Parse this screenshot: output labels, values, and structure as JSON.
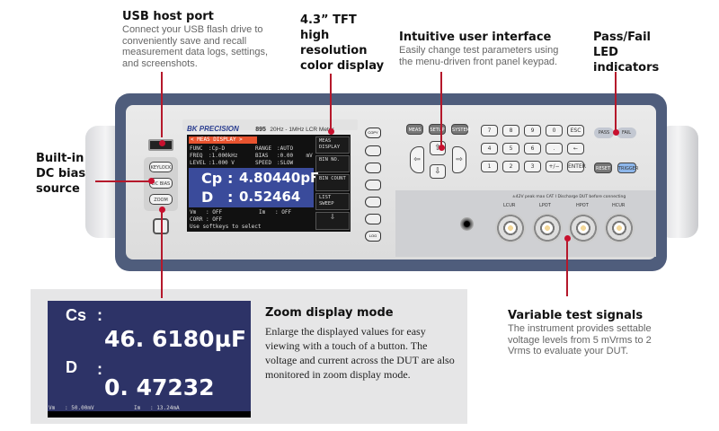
{
  "callouts": {
    "usb": {
      "title": "USB host port",
      "text": "Connect your USB flash drive to conveniently save and recall measurement data logs, settings, and screenshots."
    },
    "display": {
      "title": "4.3” TFT high resolution color display"
    },
    "ui": {
      "title": "Intuitive user interface",
      "text": "Easily change test parameters using the menu-driven front panel keypad."
    },
    "passfail": {
      "title": "Pass/Fail LED indicators"
    },
    "dcbias": {
      "title": "Built-in DC bias source"
    },
    "zoom": {
      "title": "Zoom display mode",
      "text": "Enlarge the displayed values for easy viewing with a touch of a button. The voltage and current across the DUT are also monitored in zoom display mode."
    },
    "signals": {
      "title": "Variable test signals",
      "text": "The instrument provides settable voltage levels from 5 mVrms to 2 Vrms to evaluate your DUT."
    }
  },
  "instrument": {
    "brand": "BK PRECISION",
    "model": "895",
    "model_desc": "20Hz - 1MHz LCR Meter",
    "left_keys": [
      "KEYLOCK",
      "DC BIAS",
      "ZOOM"
    ],
    "softkeys_top": "COPY",
    "softkeys_bottom": "LOG",
    "screen": {
      "header": "< MEAS DISPLAY >",
      "params": [
        [
          "FUNC",
          ":Cp-D"
        ],
        [
          "FREQ",
          ":1.000kHz"
        ],
        [
          "LEVEL",
          ":1.000 V"
        ],
        [
          "RANGE",
          ":AUTO"
        ],
        [
          "BIAS",
          ":0.00    mV"
        ],
        [
          "SPEED",
          ":SLOW"
        ]
      ],
      "primary_label": "Cp",
      "primary_value": "4.80440pF",
      "secondary_label": "D",
      "secondary_value": "0.52464",
      "vm": "Vm   : OFF",
      "im": "Im   : OFF",
      "corr": "CORR : OFF",
      "hint": "Use softkeys to select",
      "softkeys": [
        "MEAS DISPLAY",
        "BIN NO.",
        "BIN COUNT",
        "LIST SWEEP"
      ]
    },
    "func_keys": [
      "MEAS",
      "SETUP",
      "SYSTEM"
    ],
    "keypad": [
      [
        "7",
        "8",
        "9",
        "0",
        "ESC"
      ],
      [
        "4",
        "5",
        "6",
        ".",
        "←"
      ],
      [
        "1",
        "2",
        "3",
        "+/−",
        "ENTER"
      ]
    ],
    "pass": "PASS",
    "fail": "FAIL",
    "reset": "RESET",
    "trigger": "TRIGGER",
    "warning": "±42V peak max CAT I   Discharge DUT before connecting",
    "terminals": [
      "LCUR",
      "LPOT",
      "HPOT",
      "HCUR"
    ]
  },
  "zoom_screen": {
    "label1": "Cs",
    "colon": ":",
    "value1": "46. 6180µF",
    "label2": "D",
    "value2": "0. 47232",
    "vm": "Vm   : 50.00mV",
    "im": "Im   : 13.24mA"
  },
  "colors": {
    "accent_red": "#b5182b",
    "frame": "#4f5d7c",
    "lcd_blue": "#3a4b9b",
    "zoom_bg": "#2d3367"
  }
}
